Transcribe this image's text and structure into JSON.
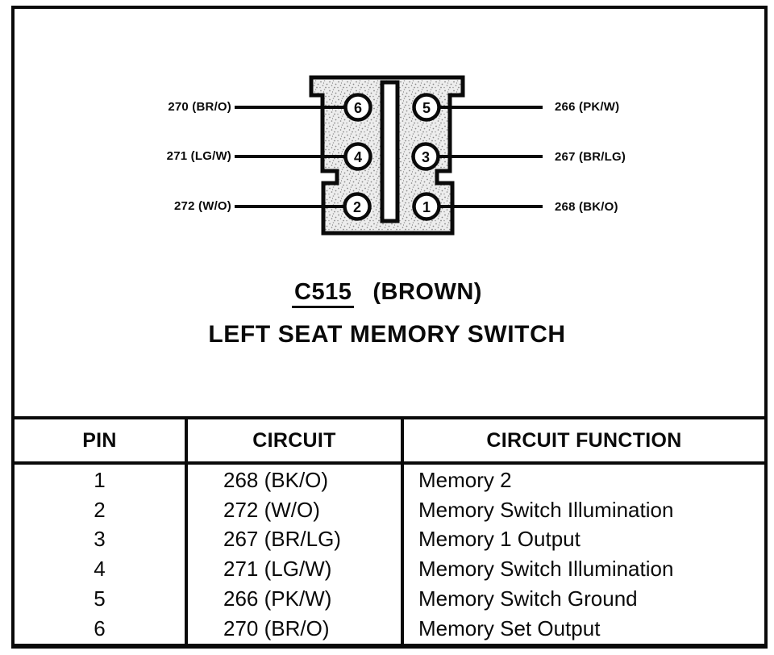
{
  "palette": {
    "ink": "#0a0a0a",
    "paper": "#ffffff",
    "connector_fill_bg": "#ededed",
    "connector_fill_dot": "#8a8a8a"
  },
  "connector": {
    "id": "C515",
    "color": "(BROWN)",
    "title": "LEFT SEAT MEMORY SWITCH",
    "pins": [
      {
        "number": "6",
        "wire": "270 (BR/O)",
        "side": "left"
      },
      {
        "number": "5",
        "wire": "266 (PK/W)",
        "side": "right"
      },
      {
        "number": "4",
        "wire": "271 (LG/W)",
        "side": "left"
      },
      {
        "number": "3",
        "wire": "267 (BR/LG)",
        "side": "right"
      },
      {
        "number": "2",
        "wire": "272 (W/O)",
        "side": "left"
      },
      {
        "number": "1",
        "wire": "268 (BK/O)",
        "side": "right"
      }
    ]
  },
  "table": {
    "headers": [
      "PIN",
      "CIRCUIT",
      "CIRCUIT FUNCTION"
    ],
    "rows": [
      {
        "pin": "1",
        "circuit": "268 (BK/O)",
        "function": "Memory 2"
      },
      {
        "pin": "2",
        "circuit": "272 (W/O)",
        "function": "Memory Switch Illumination"
      },
      {
        "pin": "3",
        "circuit": "267 (BR/LG)",
        "function": "Memory 1 Output"
      },
      {
        "pin": "4",
        "circuit": "271 (LG/W)",
        "function": "Memory Switch Illumination"
      },
      {
        "pin": "5",
        "circuit": "266 (PK/W)",
        "function": "Memory Switch Ground"
      },
      {
        "pin": "6",
        "circuit": "270 (BR/O)",
        "function": "Memory Set Output"
      }
    ]
  }
}
